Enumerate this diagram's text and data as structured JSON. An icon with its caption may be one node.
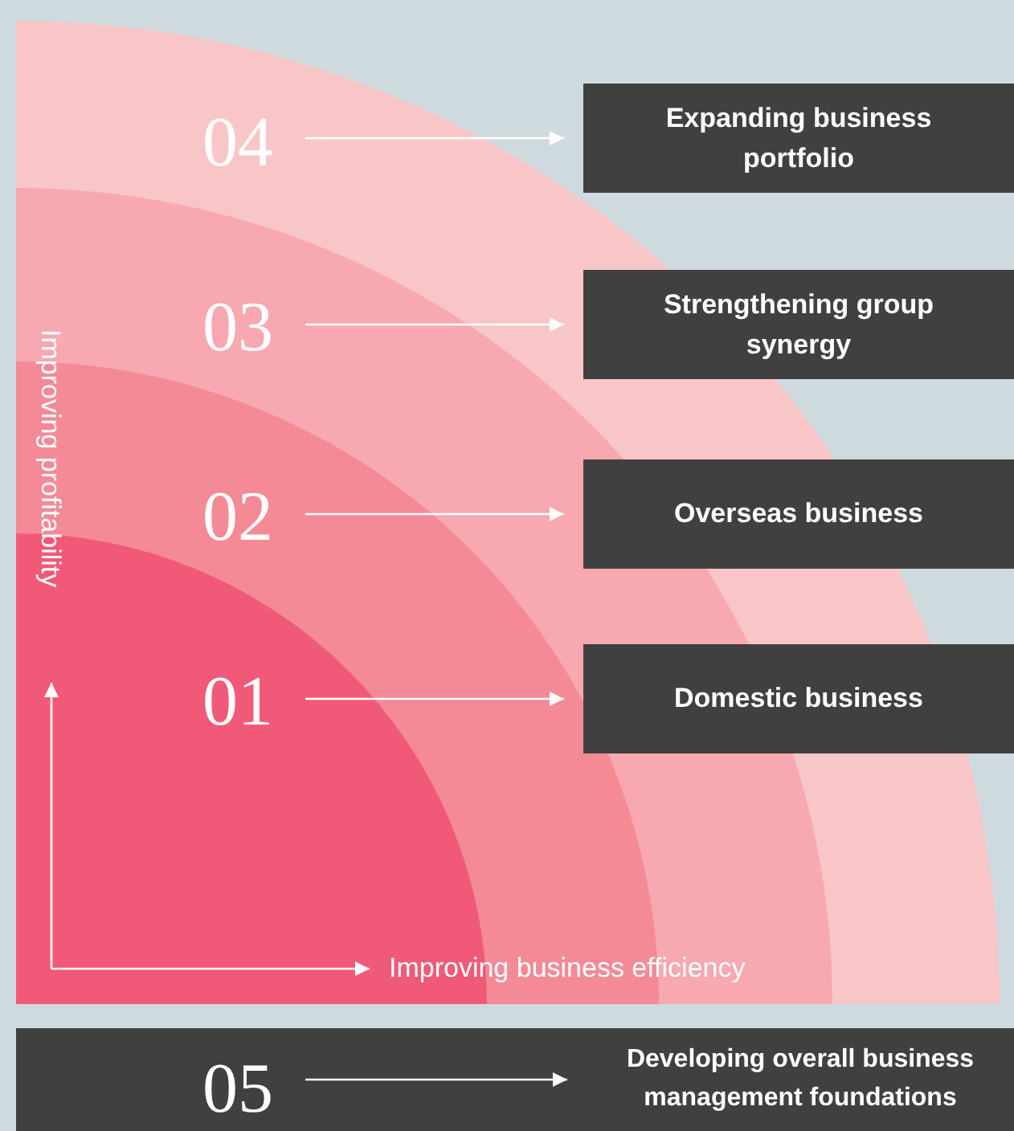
{
  "diagram": {
    "nodes": [
      {
        "text": [
          "04"
        ]
      },
      {
        "text": [
          "Expanding business portfolio"
        ]
      },
      {
        "text": [
          "03"
        ]
      },
      {
        "text": [
          "Strengthening group synergy"
        ]
      },
      {
        "text": [
          "02"
        ]
      },
      {
        "text": [
          "Overseas business"
        ]
      },
      {
        "text": [
          "01"
        ]
      },
      {
        "text": [
          "Domestic business"
        ]
      },
      {
        "text": [],
        "shape": "bar"
      },
      {
        "text": [
          "05"
        ],
        "in": 8
      },
      {
        "text": [
          "Developing overall business management foundations"
        ],
        "in": 8
      }
    ],
    "edges": [
      {
        "from": 0,
        "to": 1,
        "arrow": "to"
      },
      {
        "from": 2,
        "to": 3,
        "arrow": "to"
      },
      {
        "from": 4,
        "to": 5,
        "arrow": "to"
      },
      {
        "from": 6,
        "to": 7,
        "arrow": "to"
      },
      {
        "from": 9,
        "to": 10,
        "arrow": "to"
      }
    ],
    "labels": [
      "Improving profitability",
      "Improving business efficiency"
    ]
  }
}
